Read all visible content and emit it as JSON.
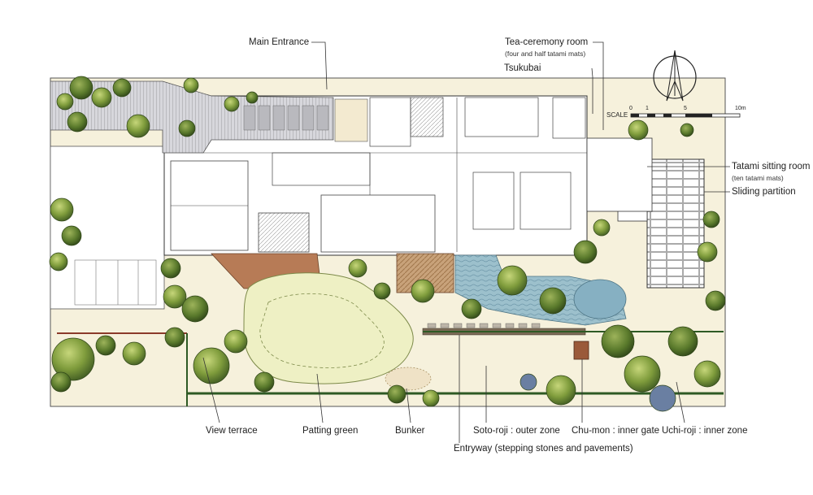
{
  "labels": {
    "main_entrance": "Main Entrance",
    "tea_ceremony_room": "Tea-ceremony room",
    "tea_ceremony_sub": "(four and half tatami mats)",
    "tsukubai": "Tsukubai",
    "tatami_sitting_room": "Tatami sitting room",
    "tatami_sitting_sub": "(ten tatami mats)",
    "sliding_partition": "Sliding partition",
    "view_terrace": "View terrace",
    "patting_green": "Patting green",
    "bunker": "Bunker",
    "soto_roji": "Soto-roji : outer zone",
    "chu_mon": "Chu-mon : inner gate",
    "uchi_roji": "Uchi-roji : inner zone",
    "entryway": "Entryway (stepping stones and pavements)"
  },
  "scale": {
    "word": "SCALE",
    "ticks": [
      "0",
      "1",
      "5",
      "10m"
    ]
  },
  "colors": {
    "tree_dark": "#4c6b2a",
    "tree_light": "#9bb54a",
    "lawn": "#eef0d2",
    "green": "#e3ebc0",
    "pond": "#8fb8c8",
    "terrace": "#b77b56",
    "building": "#ffffff",
    "line": "#333333"
  }
}
